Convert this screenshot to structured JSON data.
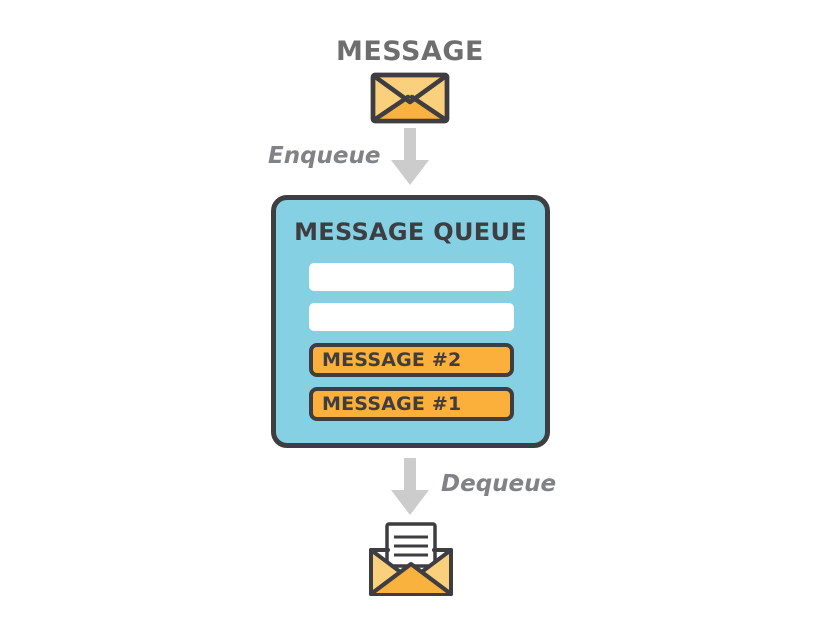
{
  "diagram": {
    "title": "MESSAGE",
    "source_envelope": {
      "icon": "closed-envelope-icon",
      "label": "MESSAGE"
    },
    "enqueue": {
      "label": "Enqueue",
      "arrow_icon": "arrow-down-icon"
    },
    "queue": {
      "title": "MESSAGE QUEUE",
      "slots": [
        {
          "label": "",
          "state": "empty"
        },
        {
          "label": "",
          "state": "empty"
        },
        {
          "label": "MESSAGE #2",
          "state": "filled"
        },
        {
          "label": "MESSAGE #1",
          "state": "filled"
        }
      ]
    },
    "dequeue": {
      "label": "Dequeue",
      "arrow_icon": "arrow-down-icon"
    },
    "destination_envelope": {
      "icon": "open-envelope-with-letter-icon"
    },
    "colors": {
      "queue_fill": "#85d0e2",
      "outline": "#3e3d42",
      "message_fill": "#fbb03b",
      "envelope_light": "#fbd07c",
      "envelope_dark": "#f9b23d",
      "arrow": "#cccccc",
      "title_gray": "#6e6e6e",
      "label_gray": "#808285",
      "slot_empty": "#ffffff"
    }
  }
}
